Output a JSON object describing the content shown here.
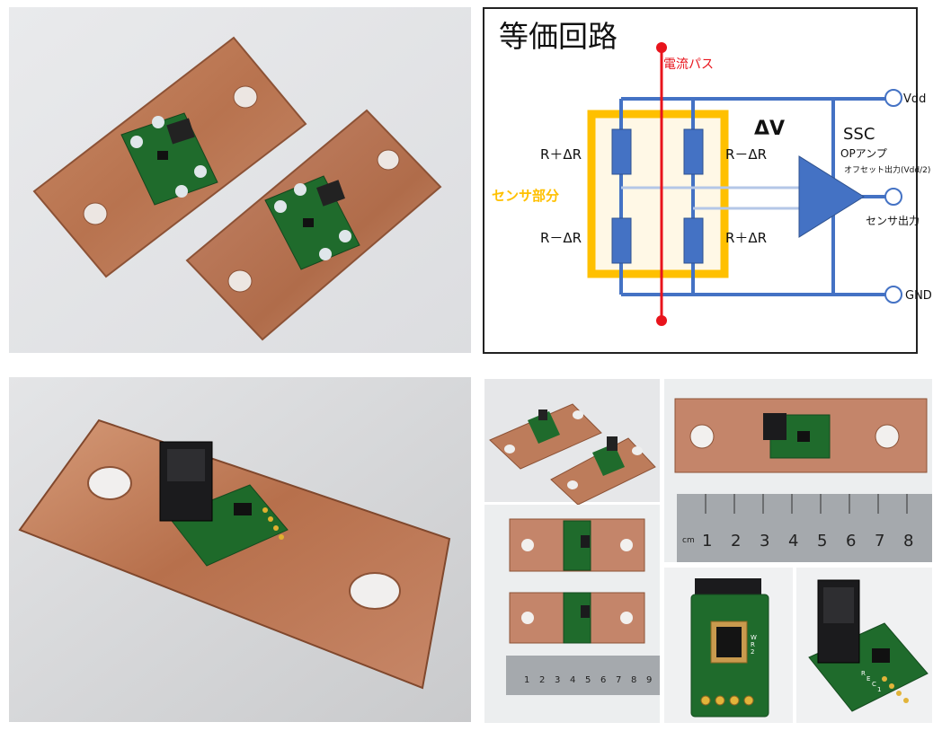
{
  "circuit": {
    "title": "等価回路",
    "current_path_label": "電流パス",
    "vdd_label": "Vdd",
    "gnd_label": "GND",
    "delta_v_label": "ΔV",
    "ssc_label": "SSC",
    "opamp_label": "OPアンプ",
    "offset_label": "オフセット出力(Vdd/2)",
    "sensor_output_label": "センサ出力",
    "sensor_part_label": "センサ部分",
    "resistor_labels": {
      "top_left": "R＋ΔR",
      "top_right": "R－ΔR",
      "bottom_left": "R－ΔR",
      "bottom_right": "R＋ΔR"
    },
    "colors": {
      "wire": "#4472c4",
      "resistor_fill": "#4472c4",
      "current_path": "#e8141c",
      "sensor_frame": "#ffc000",
      "sensor_fill": "#fff8e6",
      "opamp": "#4472c4",
      "inner_wires": "#b4c7e7"
    }
  },
  "ruler_numbers_large": [
    "1",
    "2",
    "3",
    "4",
    "5",
    "6",
    "7",
    "8"
  ],
  "ruler_unit": "cm",
  "ruler_numbers_small": [
    "1",
    "2",
    "3",
    "4",
    "5",
    "6",
    "7",
    "8",
    "9"
  ],
  "chip_markings": [
    "W",
    "R",
    "2",
    "R",
    "E",
    "C",
    "1"
  ],
  "photos": [
    {
      "name": "two-copper-plates-top-view"
    },
    {
      "name": "copper-plate-with-connector-angled"
    },
    {
      "name": "two-plates-small-view"
    },
    {
      "name": "plate-with-ruler"
    },
    {
      "name": "two-plates-with-ruler"
    },
    {
      "name": "pcb-closeup-front"
    },
    {
      "name": "pcb-closeup-angled"
    }
  ]
}
